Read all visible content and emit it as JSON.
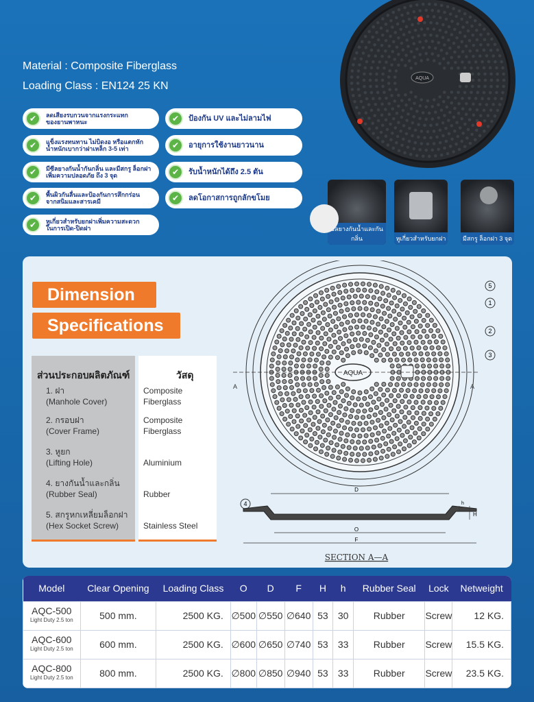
{
  "header": {
    "material": "Material : Composite Fiberglass",
    "loading_class": "Loading Class : EN124 25 KN"
  },
  "features_left": [
    {
      "line1": "ลดเสียงรบกวนจากแรงกระแทก",
      "line2": "ของยานพาหนะ"
    },
    {
      "line1": "แข็งแรงทนทาน ไม่บิดงอ หรือแตกหัก",
      "line2": "น้ำหนักเบากว่าฝาเหล็ก 3-5 เท่า"
    },
    {
      "line1": "มีซีลยางกันน้ำกันกลิ่น และมีสกรู ล็อกฝา",
      "line2": "เพิ่มความปลอดภัย ถึง 3 จุด"
    },
    {
      "line1": "พื้นผิวกันลื่นและป้องกันการสึกกร่อน",
      "line2": "จากสนิมและสารเคมี"
    },
    {
      "line1": "หูเกี่ยวสำหรับยกฝาเพิ่มความสะดวก",
      "line2": "ในการเปิด-ปิดฝา"
    }
  ],
  "features_right": [
    "ป้องกัน UV และไม่ลามไฟ",
    "อายุการใช้งานยาวนาน",
    "รับน้ำหนักได้ถึง 2.5 ตัน",
    "ลดโอกาสการถูกลักขโมย"
  ],
  "product": {
    "logo": "AQUA"
  },
  "photos": [
    "ซีลยางกันน้ำและกันกลิ่น",
    "หูเกี่ยวสำหรับยกฝา",
    "มีสกรู ล็อกฝา 3 จุด"
  ],
  "dimension_title": "Dimension",
  "specifications_title": "Specifications",
  "spec_table": {
    "head_component": "ส่วนประกอบผลิตภัณฑ์",
    "head_material": "วัสดุ",
    "rows": [
      {
        "th": "1. ฝา",
        "en": "(Manhole Cover)",
        "m1": "Composite",
        "m2": "Fiberglass"
      },
      {
        "th": "2. กรอบฝา",
        "en": "(Cover Frame)",
        "m1": "Composite",
        "m2": "Fiberglass"
      },
      {
        "th": "3. หูยก",
        "en": "(Lifting Hole)",
        "m1": "",
        "m2": "Aluminium"
      },
      {
        "th": "4. ยางกันน้ำและกลิ่น",
        "en": "(Rubber Seal)",
        "m1": "",
        "m2": "Rubber"
      },
      {
        "th": "5. สกรูหกเหลี่ยมล็อกฝา",
        "en": "(Hex Socket Screw)",
        "m1": "",
        "m2": "Stainless Steel"
      }
    ]
  },
  "drawing": {
    "callouts": [
      "1",
      "2",
      "3",
      "4",
      "5"
    ],
    "section_marks": [
      "A",
      "A"
    ],
    "dims": [
      "D",
      "O",
      "F",
      "H",
      "h"
    ],
    "section_label": "SECTION A—A"
  },
  "models_table": {
    "headers": [
      "Model",
      "Clear Opening",
      "Loading Class",
      "O",
      "D",
      "F",
      "H",
      "h",
      "Rubber Seal",
      "Lock",
      "Netweight"
    ],
    "rows": [
      {
        "model": "AQC-500",
        "duty": "Light Duty 2.5 ton",
        "clear": "500 mm.",
        "load": "2500 KG.",
        "o": "∅500",
        "d": "∅550",
        "f": "∅640",
        "H": "53",
        "h": "30",
        "seal": "Rubber",
        "lock": "Screw",
        "weight": "12 KG."
      },
      {
        "model": "AQC-600",
        "duty": "Light Duty 2.5 ton",
        "clear": "600 mm.",
        "load": "2500 KG.",
        "o": "∅600",
        "d": "∅650",
        "f": "∅740",
        "H": "53",
        "h": "33",
        "seal": "Rubber",
        "lock": "Screw",
        "weight": "15.5 KG."
      },
      {
        "model": "AQC-800",
        "duty": "Light Duty 2.5 ton",
        "clear": "800 mm.",
        "load": "2500 KG.",
        "o": "∅800",
        "d": "∅850",
        "f": "∅940",
        "H": "53",
        "h": "33",
        "seal": "Rubber",
        "lock": "Screw",
        "weight": "23.5 KG."
      }
    ]
  }
}
